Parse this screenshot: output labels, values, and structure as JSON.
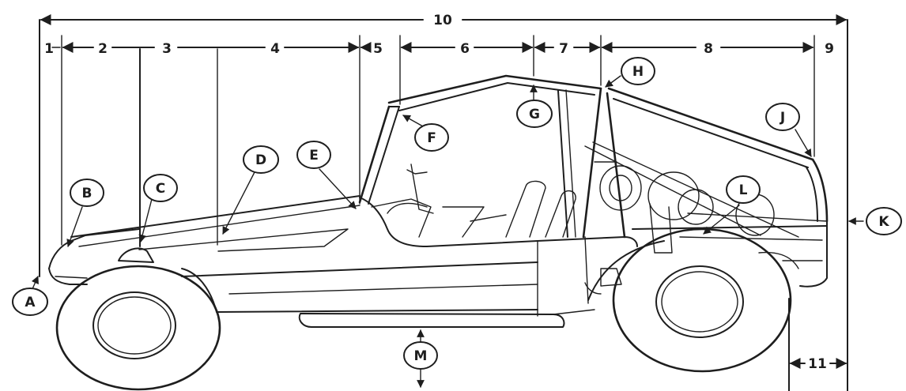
{
  "dimensions": {
    "d1": "1",
    "d2": "2",
    "d3": "3",
    "d4": "4",
    "d5": "5",
    "d6": "6",
    "d7": "7",
    "d8": "8",
    "d9": "9",
    "d10": "10",
    "d11": "11"
  },
  "callouts": {
    "A": "A",
    "B": "B",
    "C": "C",
    "D": "D",
    "E": "E",
    "F": "F",
    "G": "G",
    "H": "H",
    "J": "J",
    "K": "K",
    "L": "L",
    "M": "M"
  }
}
